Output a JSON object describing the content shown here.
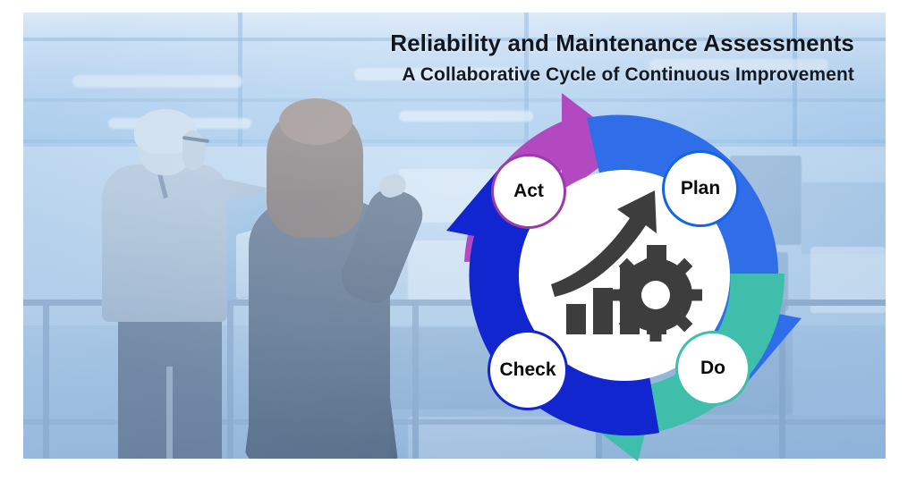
{
  "header": {
    "title": "Reliability and Maintenance Assessments",
    "subtitle": "A Collaborative Cycle of Continuous Improvement"
  },
  "background": {
    "scene_description": "Two people viewed from behind standing at a railing overlooking a factory production floor",
    "tint": "#9cc0e2"
  },
  "cycle": {
    "name": "PDCA continuous improvement cycle",
    "center_icon": "growth-bar-chart-gear-icon",
    "nodes": [
      {
        "id": "plan",
        "label": "Plan",
        "color": "#1565E0",
        "position": "top-right"
      },
      {
        "id": "do",
        "label": "Do",
        "color": "#3fbfab",
        "position": "bottom-right"
      },
      {
        "id": "check",
        "label": "Check",
        "color": "#1226cf",
        "position": "bottom-left"
      },
      {
        "id": "act",
        "label": "Act",
        "color": "#9c39ab",
        "position": "top-left"
      }
    ],
    "arrows": [
      {
        "id": "arrow-act-to-plan",
        "from": "Act",
        "to": "Plan",
        "color": "#b249c0",
        "quadrant": "top-left-to-top"
      },
      {
        "id": "arrow-plan-to-do",
        "from": "Plan",
        "to": "Do",
        "color": "#2f6ee8",
        "quadrant": "right"
      },
      {
        "id": "arrow-do-to-check",
        "from": "Do",
        "to": "Check",
        "color": "#3fbfab",
        "quadrant": "bottom"
      },
      {
        "id": "arrow-check-to-act",
        "from": "Check",
        "to": "Act",
        "color": "#1226cf",
        "quadrant": "left"
      }
    ]
  }
}
